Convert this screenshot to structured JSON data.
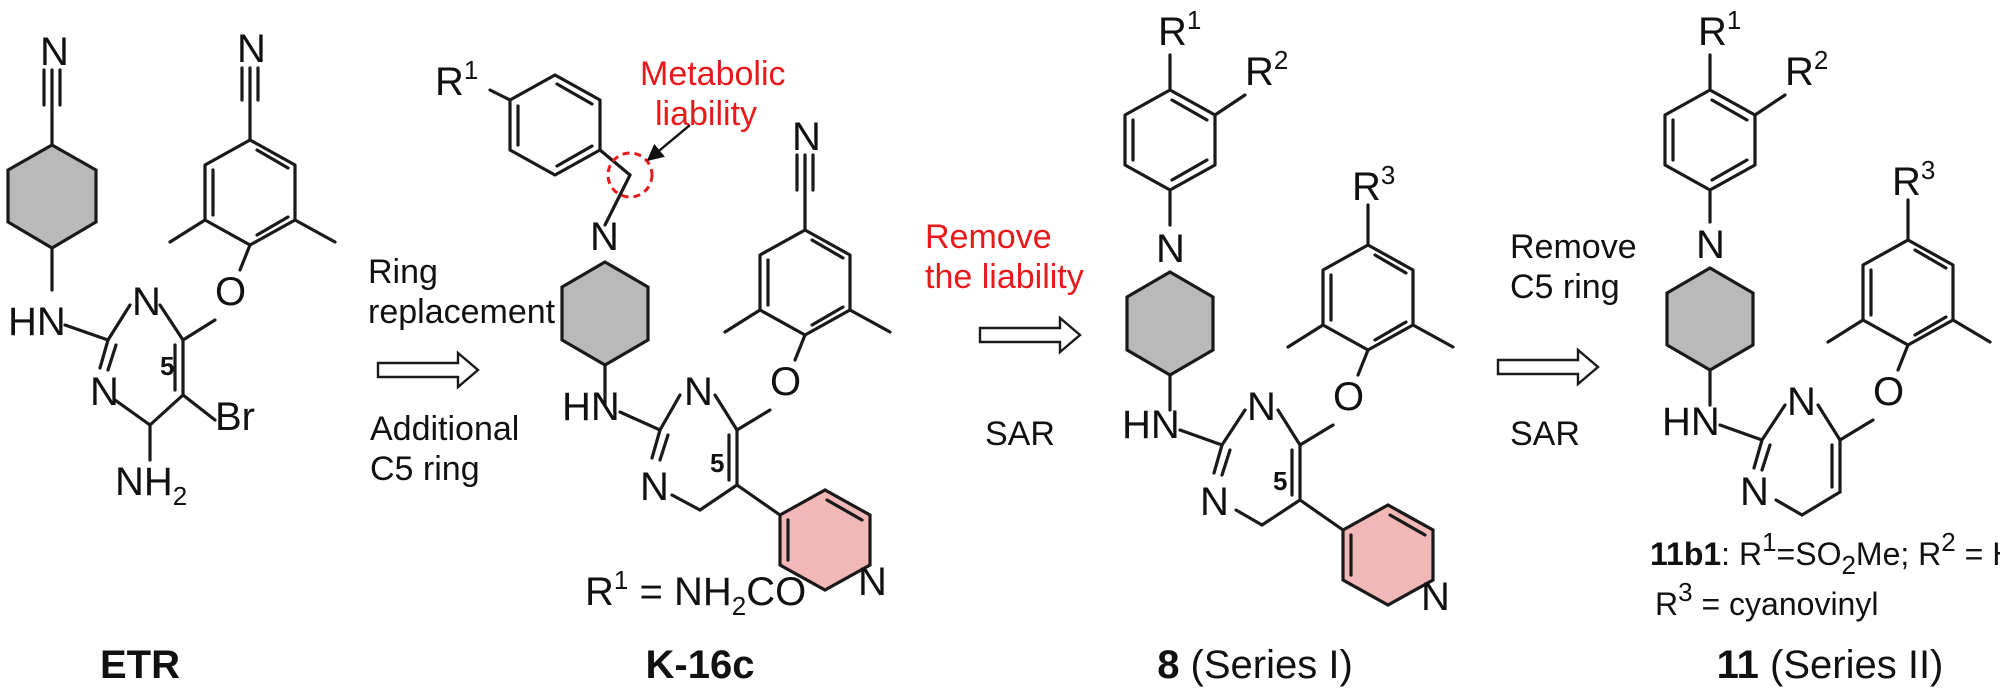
{
  "colors": {
    "annotation_red": "#e8191a",
    "gray_fill": "#b9b9b9",
    "pink_fill": "#f2b8b8",
    "ink": "#111111"
  },
  "atoms": {
    "N": "N",
    "O": "O",
    "HN": "HN",
    "Br": "Br",
    "NH": "NH",
    "sub2": "2",
    "R": "R",
    "sup1": "1",
    "sup2": "2",
    "sup3": "3",
    "c5": "5"
  },
  "arrows": [
    {
      "top": [
        "Ring",
        "replacement"
      ],
      "bottom": [
        "Additional",
        "C5 ring"
      ]
    },
    {
      "top": [
        "Remove",
        "the liability"
      ],
      "bottom": [
        "SAR"
      ]
    },
    {
      "top": [
        "Remove",
        "C5 ring"
      ],
      "bottom": [
        "SAR"
      ]
    }
  ],
  "annotations": {
    "metabolic": [
      "Metabolic",
      "liability"
    ]
  },
  "compounds": [
    {
      "name": "ETR"
    },
    {
      "name": "K-16c",
      "substituent": {
        "r": "R",
        "sup": "1",
        "eq": " = NH",
        "sub": "2",
        "tail": "CO"
      }
    },
    {
      "name": "8",
      "series": " (Series I)"
    },
    {
      "name": "11",
      "series": " (Series II)",
      "note": {
        "id": "11b1",
        "p1": ": R",
        "s1": "1",
        "p2": "=SO",
        "s2": "2",
        "p3": "Me; R",
        "s3": "2",
        "p4": " = H;",
        "r3": "R",
        "s4": "3",
        "p5": " = cyanovinyl"
      }
    }
  ]
}
